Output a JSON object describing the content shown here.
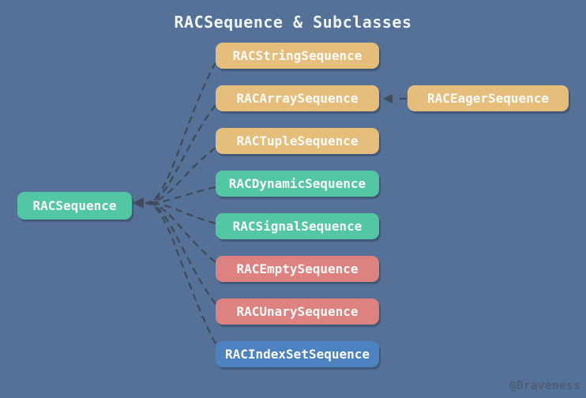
{
  "title": "RACSequence & Subclasses",
  "watermark": "@Draveness",
  "colors": {
    "background": "#567197",
    "connector": "#404c5c",
    "node_text": "#f8faf8",
    "title_text": "#eef3f5",
    "watermark_text": "#4e5e78",
    "orange": "#e6be7c",
    "green": "#53c7a4",
    "red": "#dd8181",
    "blue": "#4c82bf"
  },
  "root_node": {
    "label": "RACSequence",
    "color": "#53c7a4"
  },
  "subclass_nodes": [
    {
      "label": "RACStringSequence",
      "color": "#e6be7c"
    },
    {
      "label": "RACArraySequence",
      "color": "#e6be7c"
    },
    {
      "label": "RACTupleSequence",
      "color": "#e6be7c"
    },
    {
      "label": "RACDynamicSequence",
      "color": "#53c7a4"
    },
    {
      "label": "RACSignalSequence",
      "color": "#53c7a4"
    },
    {
      "label": "RACEmptySequence",
      "color": "#dd8181"
    },
    {
      "label": "RACUnarySequence",
      "color": "#dd8181"
    },
    {
      "label": "RACIndexSetSequence",
      "color": "#4c82bf"
    }
  ],
  "detached_node": {
    "label": "RACEagerSequence",
    "color": "#e6be7c",
    "arrow_target": "RACArraySequence"
  }
}
